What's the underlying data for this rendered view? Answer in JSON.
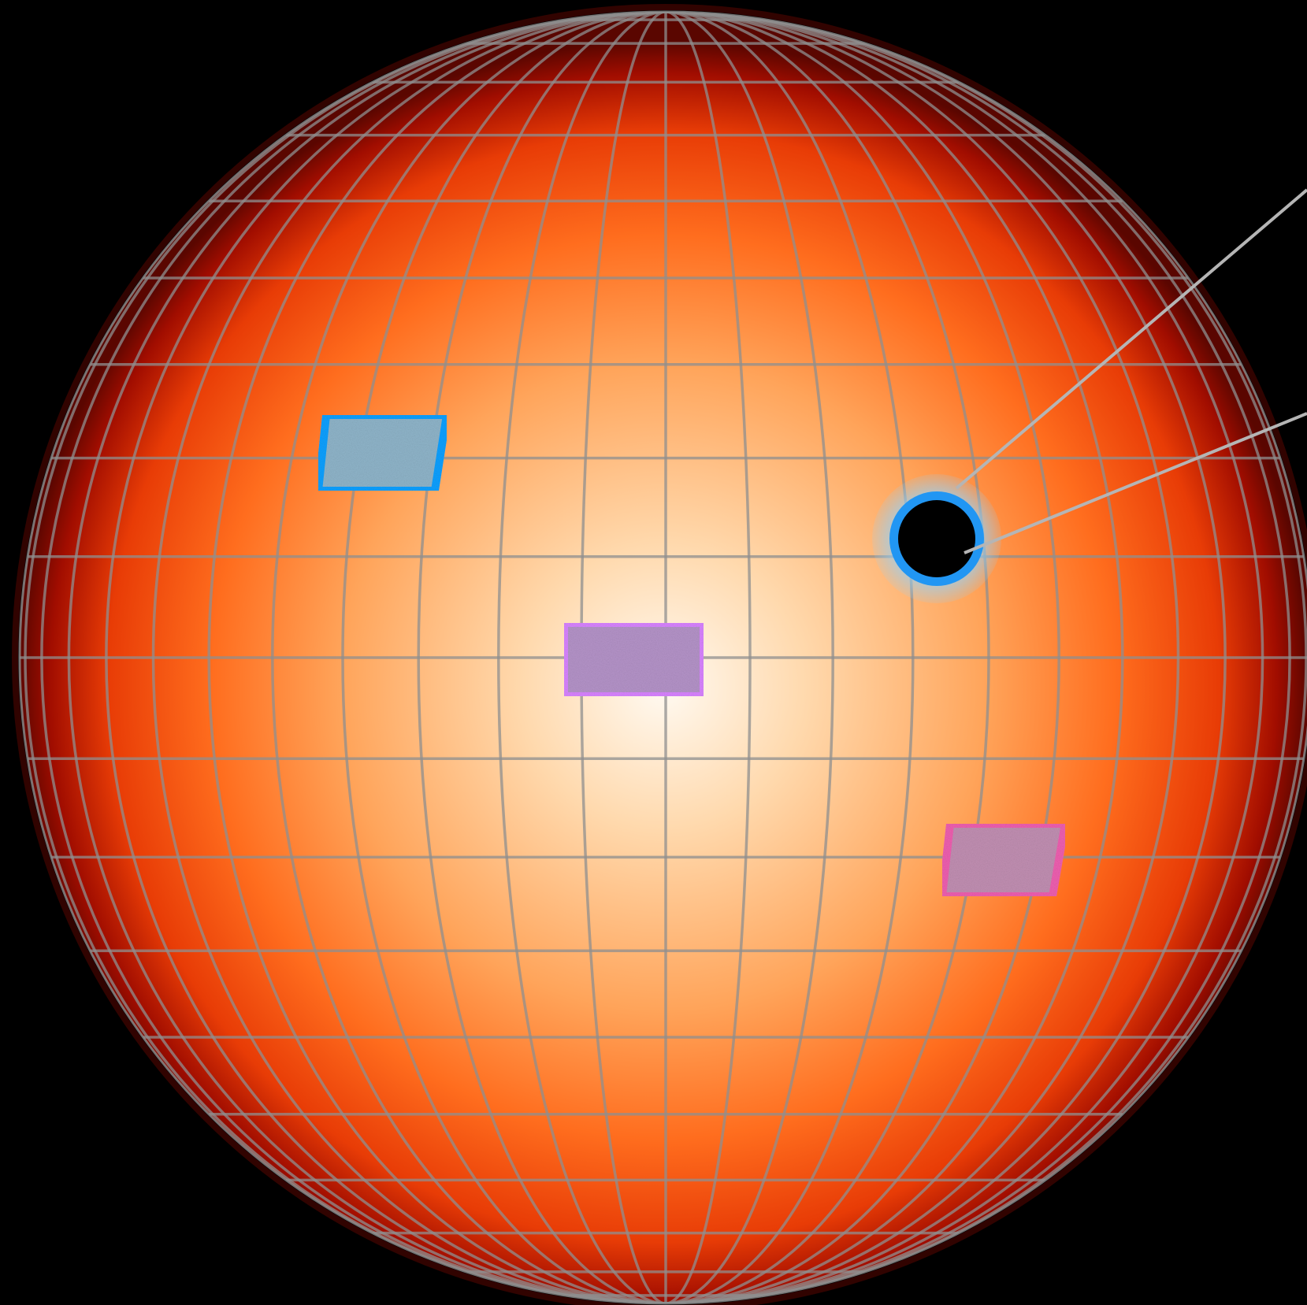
{
  "background_color": "#000000",
  "star": {
    "colors": {
      "center": "#fffaf2",
      "inner": "#ffd9ad",
      "mid": "#ffa45a",
      "outer": "#ff6d1e",
      "limb": "#e83c06",
      "edge": "#a10d00",
      "rim": "#5a0600",
      "grid_line": "#8f8f8f"
    },
    "meridian_count": 24,
    "parallel_count": 20
  },
  "patches": [
    {
      "name": "patch-blue",
      "border": "#0aa0ff",
      "fill": "#8fb4c9"
    },
    {
      "name": "patch-violet",
      "border": "#d883ff",
      "fill": "#b493c8"
    },
    {
      "name": "patch-pink",
      "border": "#ee5fb0",
      "fill": "#c18fb2"
    }
  ],
  "planet": {
    "fill": "#000000",
    "ring": "#2196f3",
    "halo": "#8fd3ff"
  },
  "pointer_line_color": "#b5b5b5"
}
